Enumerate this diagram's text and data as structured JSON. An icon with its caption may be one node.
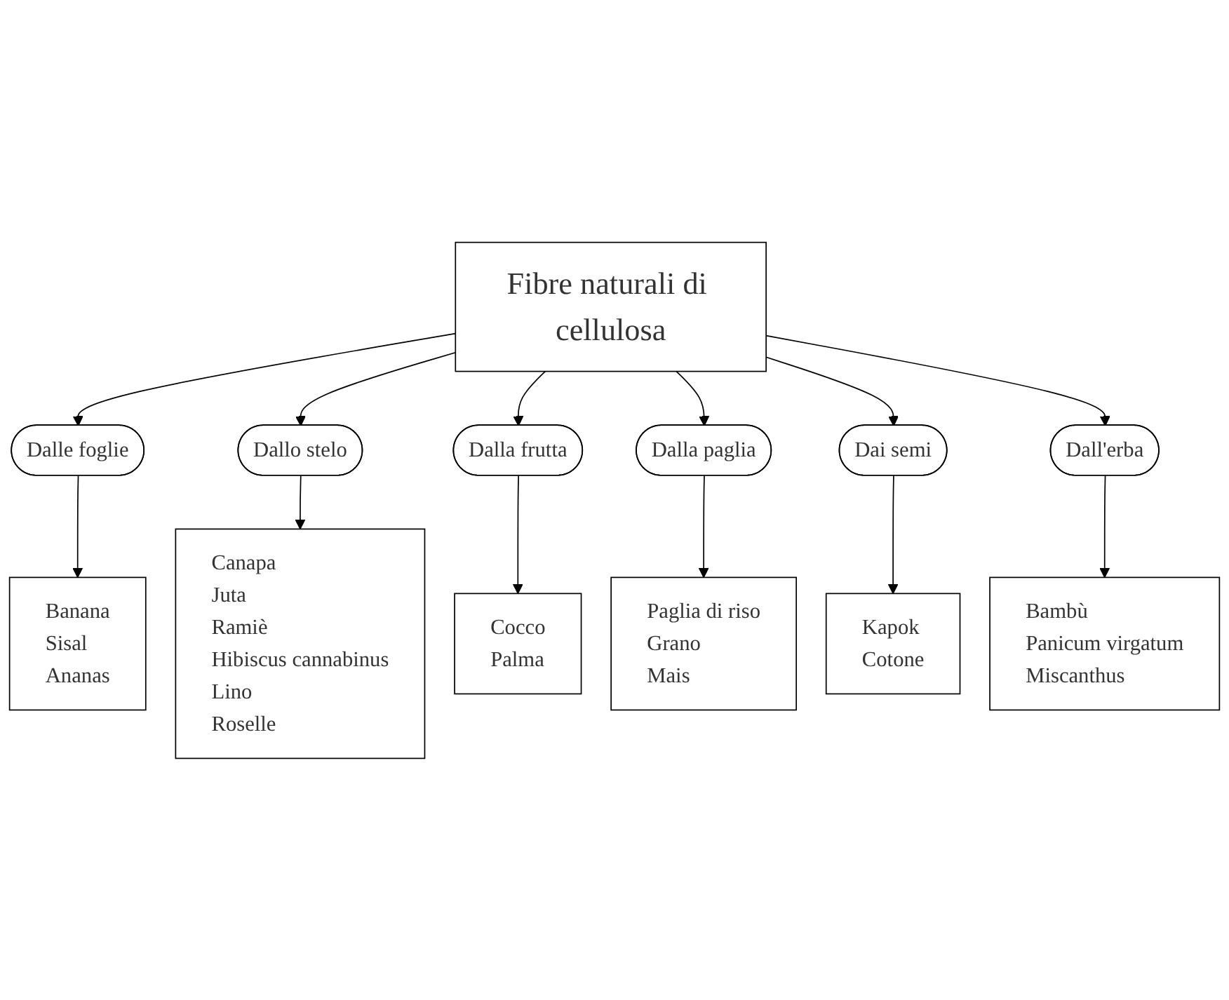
{
  "diagram": {
    "nodes": [
      {
        "text": [
          "Fibre naturali di cellulosa"
        ]
      },
      {
        "text": [
          "Dalle foglie"
        ]
      },
      {
        "text": [
          "Banana",
          "Sisal",
          "Ananas"
        ]
      },
      {
        "text": [
          "Dallo stelo"
        ]
      },
      {
        "text": [
          "Canapa",
          "Juta",
          "Ramiè",
          "Hibiscus cannabinus",
          "Lino",
          "Roselle"
        ]
      },
      {
        "text": [
          "Dalla frutta"
        ]
      },
      {
        "text": [
          "Cocco",
          "Palma"
        ]
      },
      {
        "text": [
          "Dalla paglia"
        ]
      },
      {
        "text": [
          "Paglia di riso",
          "Grano",
          "Mais"
        ]
      },
      {
        "text": [
          "Dai semi"
        ]
      },
      {
        "text": [
          "Kapok",
          "Cotone"
        ]
      },
      {
        "text": [
          "Dall'erba"
        ]
      },
      {
        "text": [
          "Bambù",
          "Panicum virgatum",
          "Miscanthus"
        ]
      }
    ],
    "edges": [
      {
        "from": 0,
        "to": 1,
        "arrow": "to"
      },
      {
        "from": 0,
        "to": 3,
        "arrow": "to"
      },
      {
        "from": 0,
        "to": 5,
        "arrow": "to"
      },
      {
        "from": 0,
        "to": 7,
        "arrow": "to"
      },
      {
        "from": 0,
        "to": 9,
        "arrow": "to"
      },
      {
        "from": 0,
        "to": 11,
        "arrow": "to"
      },
      {
        "from": 1,
        "to": 2,
        "arrow": "to"
      },
      {
        "from": 3,
        "to": 4,
        "arrow": "to"
      },
      {
        "from": 5,
        "to": 6,
        "arrow": "to"
      },
      {
        "from": 7,
        "to": 8,
        "arrow": "to"
      },
      {
        "from": 9,
        "to": 10,
        "arrow": "to"
      },
      {
        "from": 11,
        "to": 12,
        "arrow": "to"
      }
    ]
  }
}
